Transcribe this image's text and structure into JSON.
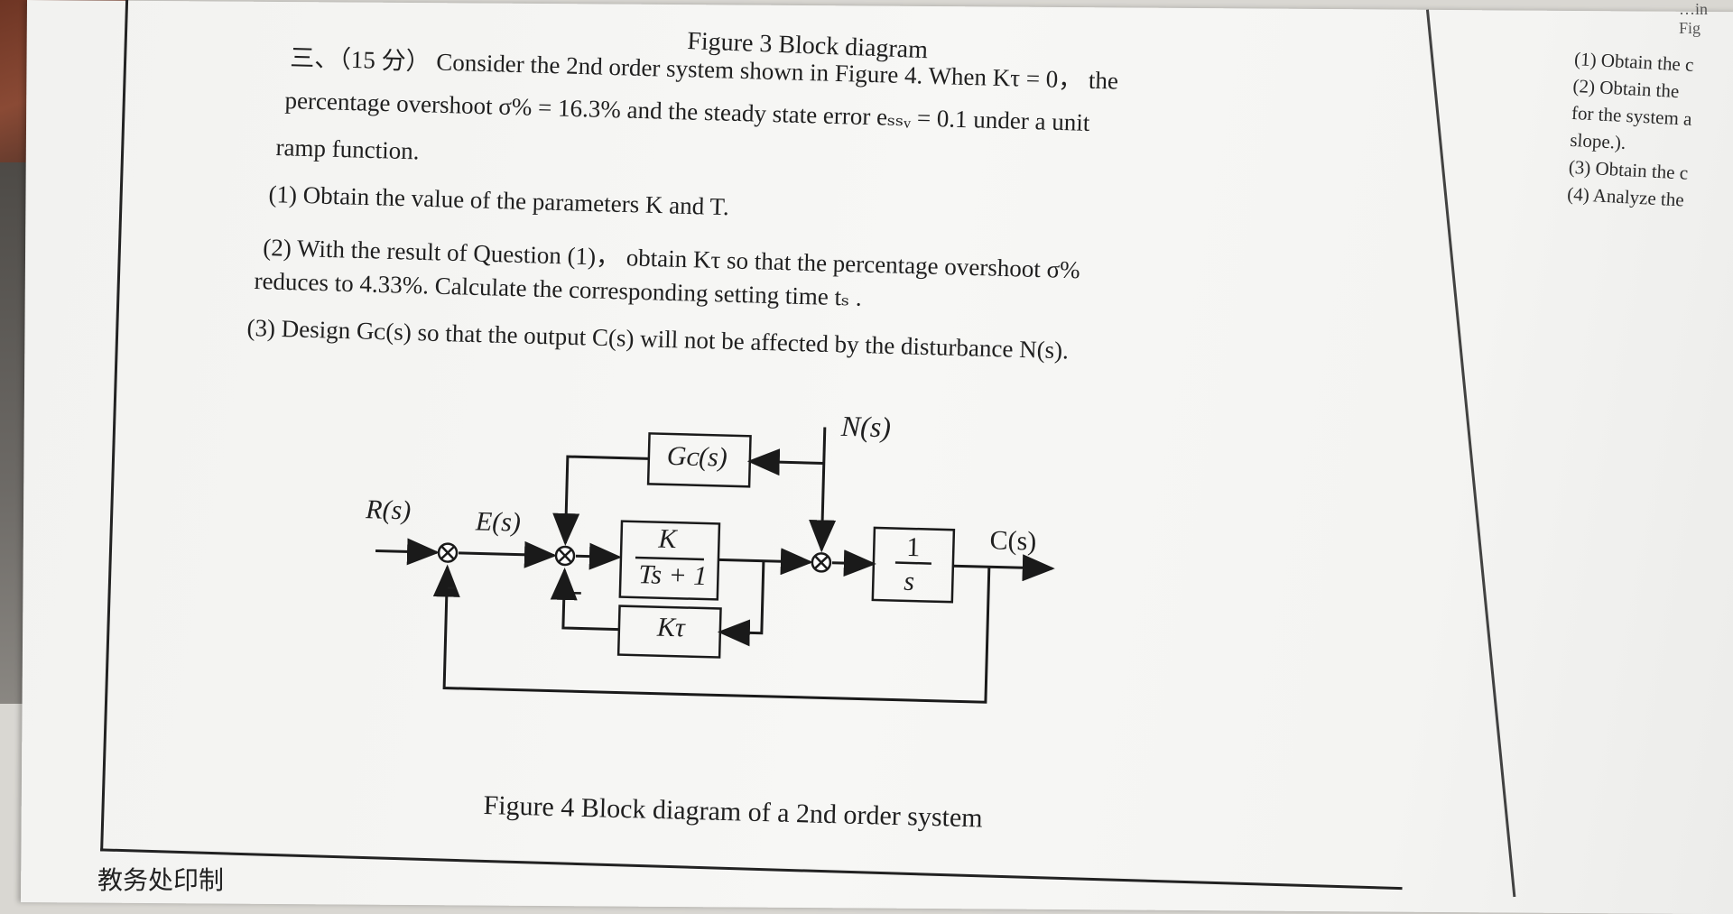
{
  "figure3_caption": "Figure 3 Block diagram",
  "question": {
    "number": "三、（15 分）",
    "line1": "Consider the 2nd order system shown in Figure 4. When Kτ = 0， the",
    "line2": "percentage overshoot σ% = 16.3%  and the steady state error eₛₛᵥ = 0.1  under a unit",
    "line3": "ramp function.",
    "sub1": "(1) Obtain the value of the parameters K and T.",
    "sub2": "(2) With the result of Question (1)， obtain Kτ so that the percentage overshoot σ%",
    "line6": "reduces to 4.33%. Calculate the corresponding setting time  tₛ .",
    "sub3": "(3) Design  Gᴄ(s)  so that the output C(s) will not be affected by the disturbance N(s)."
  },
  "diagram": {
    "R": "R(s)",
    "E": "E(s)",
    "N": "N(s)",
    "C": "C(s)",
    "Gc_block": "Gᴄ(s)",
    "plant_num": "K",
    "plant_den": "Ts + 1",
    "Kt_block": "Kτ",
    "int_num": "1",
    "int_den": "s",
    "minus": "-"
  },
  "figure4_caption": "Figure 4 Block diagram of a 2nd order system",
  "stamp": "教务处印制",
  "side": {
    "top": "…in Fig",
    "l1": "(1) Obtain the c",
    "l2": "(2) Obtain the",
    "l3": "for the system a",
    "l4": "slope.).",
    "l5": "(3) Obtain the c",
    "l6": "(4) Analyze the"
  }
}
